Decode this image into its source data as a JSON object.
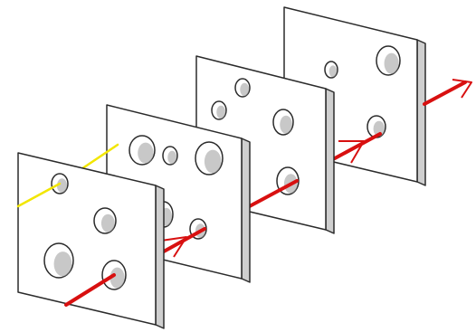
{
  "diagram": {
    "slice_count": 4,
    "colors": {
      "background": "#ffffff",
      "slice_face": "#ffffff",
      "slice_side": "#cfcfcf",
      "outline": "#2b2b2b",
      "hole_shadow": "#9a9a9a",
      "blocked_ray": "#f2e600",
      "passing_ray": "#d81010"
    },
    "rays": [
      {
        "name": "blocked-ray",
        "color_key": "blocked_ray",
        "passes_all_slices": false
      },
      {
        "name": "passing-ray",
        "color_key": "passing_ray",
        "passes_all_slices": true
      }
    ]
  }
}
